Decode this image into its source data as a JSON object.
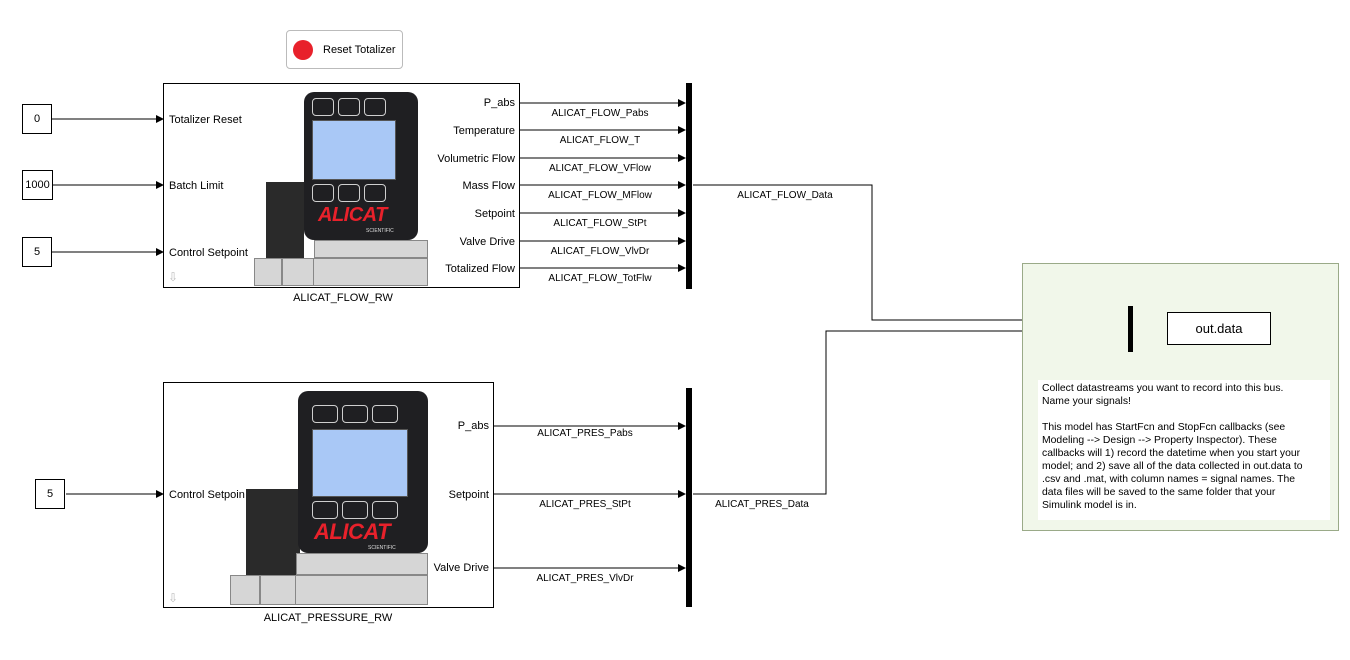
{
  "reset_button": {
    "label": "Reset Totalizer",
    "color": "#e8212b"
  },
  "flow": {
    "block_name": "ALICAT_FLOW_RW",
    "constants": [
      "0",
      "1000",
      "5"
    ],
    "inputs": [
      "Totalizer Reset",
      "Batch Limit",
      "Control Setpoint"
    ],
    "outputs": [
      "P_abs",
      "Temperature",
      "Volumetric Flow",
      "Mass Flow",
      "Setpoint",
      "Valve Drive",
      "Totalized Flow"
    ],
    "signals": [
      "ALICAT_FLOW_Pabs",
      "ALICAT_FLOW_T",
      "ALICAT_FLOW_VFlow",
      "ALICAT_FLOW_MFlow",
      "ALICAT_FLOW_StPt",
      "ALICAT_FLOW_VlvDr",
      "ALICAT_FLOW_TotFlw"
    ],
    "bus_signal": "ALICAT_FLOW_Data",
    "logo": "ALICAT",
    "logo_sub": "SCIENTIFIC"
  },
  "pressure": {
    "block_name": "ALICAT_PRESSURE_RW",
    "constants": [
      "5"
    ],
    "inputs": [
      "Control Setpoin"
    ],
    "outputs": [
      "P_abs",
      "Setpoint",
      "Valve Drive"
    ],
    "signals": [
      "ALICAT_PRES_Pabs",
      "ALICAT_PRES_StPt",
      "ALICAT_PRES_VlvDr"
    ],
    "bus_signal": "ALICAT_PRES_Data",
    "logo": "ALICAT",
    "logo_sub": "SCIENTIFIC"
  },
  "output_block": {
    "label": "out.data"
  },
  "annotation": {
    "line1": "Collect datastreams you want to record into this bus.",
    "line2": "Name your signals!",
    "line3": "This model has StartFcn and StopFcn callbacks (see",
    "line4": "Modeling --> Design --> Property Inspector). These",
    "line5": "callbacks will 1) record the datetime when you start your",
    "line6": "model; and 2) save all of the data collected in out.data to",
    "line7": ".csv and .mat, with column names = signal names. The",
    "line8": "data files will be saved to the same folder that your",
    "line9": "Simulink model is in."
  },
  "colors": {
    "area_fill": "#f1f7ea",
    "screen": "#a9c8f6",
    "device_body": "#1f1f22"
  }
}
